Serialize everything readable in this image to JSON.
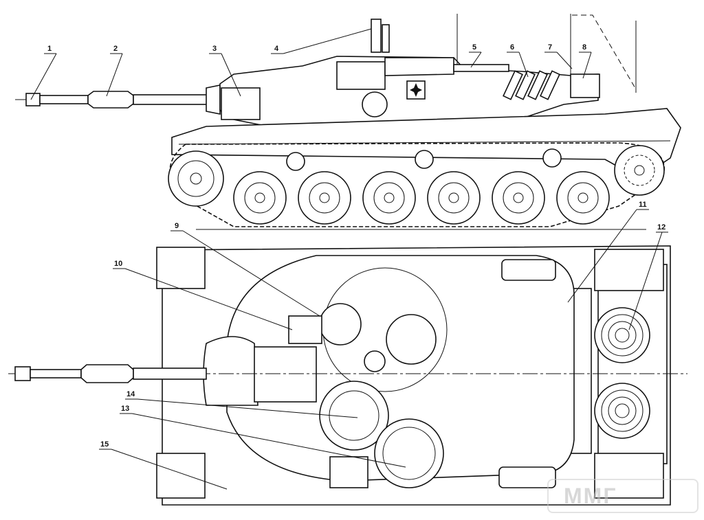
{
  "diagram": {
    "side_view_labels": [
      "1",
      "2",
      "3",
      "4",
      "5",
      "6",
      "7",
      "8"
    ],
    "top_view_labels": [
      "9",
      "10",
      "11",
      "12",
      "13",
      "14",
      "15"
    ]
  },
  "watermark": "ММГ"
}
